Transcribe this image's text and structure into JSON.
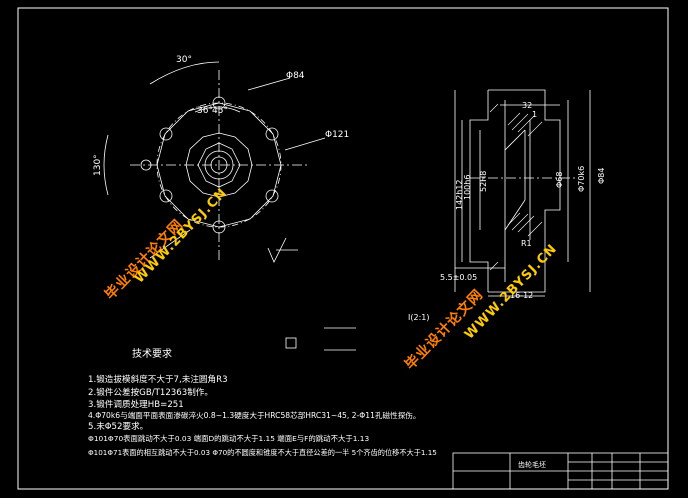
{
  "drawing": {
    "front_view": {
      "angle_top": "30°",
      "angle_left": "130°",
      "angle_inner": "36°",
      "angle_inner2": "45°",
      "dia_outer": "Φ84",
      "dia_pitch": "Φ121"
    },
    "section_view": {
      "label_a": "32",
      "label_b": "1",
      "label_c": "R1",
      "dim_left": [
        "142h12",
        "100h6",
        "52H8"
      ],
      "dim_d68": "Φ68",
      "dim_d70": "Φ70k6",
      "dim_d84": "Φ84",
      "dim_bottom1": "5.5±0.05",
      "dim_bottom2": "16-12"
    },
    "detail_label": "I(2:1)"
  },
  "tech_requirements": {
    "heading": "技术要求",
    "lines": [
      "1.锻造拔模斜度不大于7,未注圆角R3",
      "2.锻件公差按GB/T12363制作。",
      "3.锻件调质处理HB=251",
      "4.Φ70k6与端面平面表面渗碳淬火0.8~1.3硬度大于HRC58芯部HRC31~45, 2-Φ11孔磁性探伤。",
      "5.未Φ52要求。",
      "Φ101Φ70表面跳动不大于0.03 端面D的跳动不大于1.15 端面E与F的跳动不大于1.13",
      "Φ101Φ71表面的相互跳动不大于0.03 Φ70的不圆度和锥度不大于直径公差的一半 5个齐齿的位移不大于1.15"
    ]
  },
  "title_block": {
    "name": "齿轮毛坯"
  },
  "watermarks": [
    "毕业设计论文网",
    "WWW.2BYSJ.CN",
    "毕业设计论文网",
    "WWW.2BYSJ.CN"
  ]
}
